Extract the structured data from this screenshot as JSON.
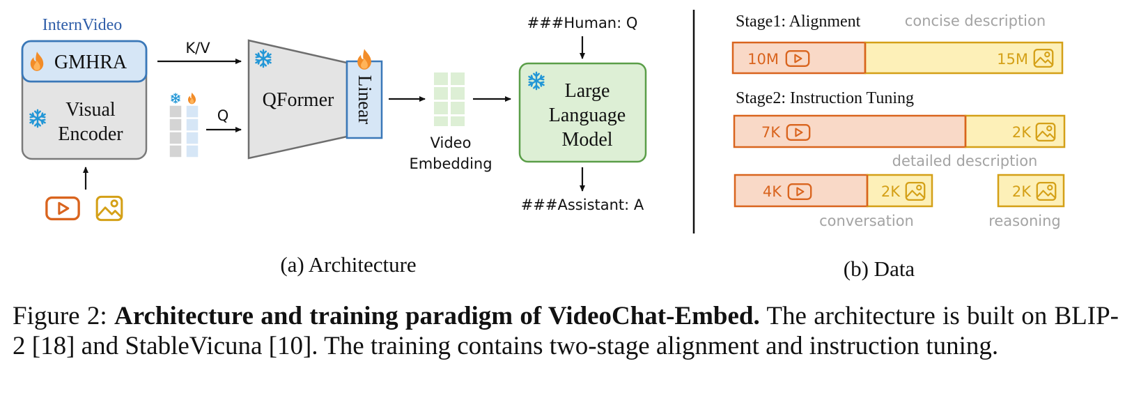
{
  "architecture": {
    "brand": "InternVideo",
    "gmhra": "GMHRA",
    "visual_encoder": [
      "Visual",
      "Encoder"
    ],
    "kv_label": "K/V",
    "q_label": "Q",
    "qformer": "QFormer",
    "linear": "Linear",
    "video_embedding": [
      "Video",
      "Embedding"
    ],
    "llm": [
      "Large",
      "Language",
      "Model"
    ],
    "human_prompt": "###Human: Q",
    "assistant_reply": "###Assistant: A",
    "subcaption": "(a) Architecture"
  },
  "data": {
    "stage1_title": "Stage1: Alignment",
    "stage1_note": "concise description",
    "stage1_video": "10M",
    "stage1_image": "15M",
    "stage2_title": "Stage2: Instruction Tuning",
    "stage2_video": "7K",
    "stage2_image": "2K",
    "stage2_note": "detailed description",
    "conv_video": "4K",
    "conv_image": "2K",
    "conv_note": "conversation",
    "reason_image": "2K",
    "reason_note": "reasoning",
    "subcaption": "(b) Data"
  },
  "caption": {
    "prefix": "Figure 2: ",
    "bold": "Architecture and training paradigm of VideoChat-Embed.",
    "rest": " The architecture is built on BLIP-2 [18] and StableVicuna [10]. The training contains two-stage alignment and instruction tuning."
  },
  "colors": {
    "orange": "#d9641e",
    "orange_fill": "#f9d9c7",
    "yellow": "#d4a017",
    "yellow_fill": "#fdf0b8",
    "blue": "#3a78b8",
    "blue_fill": "#d6e6f6",
    "green": "#5a9e48",
    "green_fill": "#ddefd5"
  }
}
